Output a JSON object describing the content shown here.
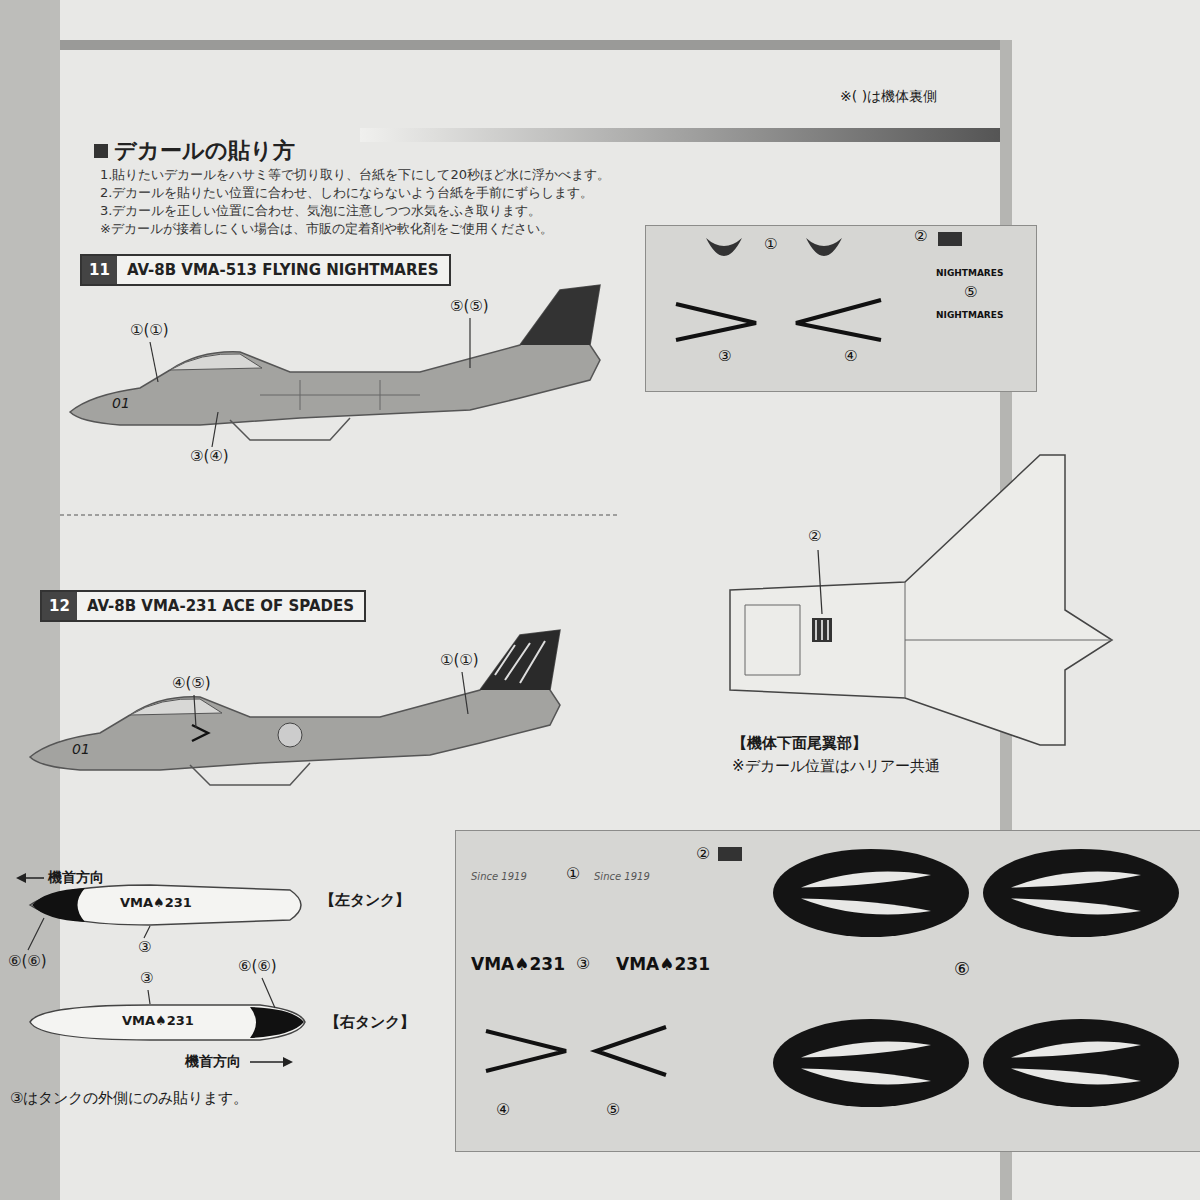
{
  "diagram": {
    "title": "デカールの貼り方",
    "nodes": [
      {
        "text": [
          "11",
          "AV-8B VMA-513 FLYING NIGHTMARES"
        ]
      },
      {
        "text": [
          "①",
          "②",
          "NIGHTMARES",
          "⑤",
          "NIGHTMARES",
          "③",
          "④"
        ]
      },
      {
        "text": [
          "12",
          "AV-8B VMA-231 ACE OF SPADES"
        ]
      },
      {
        "text": [
          "Since 1919",
          "①",
          "Since 1919",
          "②",
          "VMA♠231",
          "③",
          "VMA♠231",
          "④",
          "⑤",
          "⑥"
        ]
      }
    ],
    "labels": [
      "※( )は機体裏側",
      "1.貼りたいデカールをハサミ等で切り取り、台紙を下にして20秒ほど水に浮かべます。",
      "2.デカールを貼りたい位置に合わせ、しわにならないよう台紙を手前にずらします。",
      "3.デカールを正しい位置に合わせ、気泡に注意しつつ水気をふき取ります。",
      "※デカールが接着しにくい場合は、市販の定着剤や軟化剤をご使用ください。",
      "①(①)",
      "⑤(⑤)",
      "01",
      "③(④)",
      "①(①)",
      "④(⑤)",
      "01",
      "②",
      "【機体下面尾翼部】",
      "※デカール位置はハリアー共通",
      "機首方向",
      "VMA♠231",
      "【左タンク】",
      "⑥(⑥)",
      "③",
      "⑥(⑥)",
      "③",
      "VMA♠231",
      "【右タンク】",
      "機首方向",
      "③はタンクの外側にのみ貼ります。"
    ]
  }
}
